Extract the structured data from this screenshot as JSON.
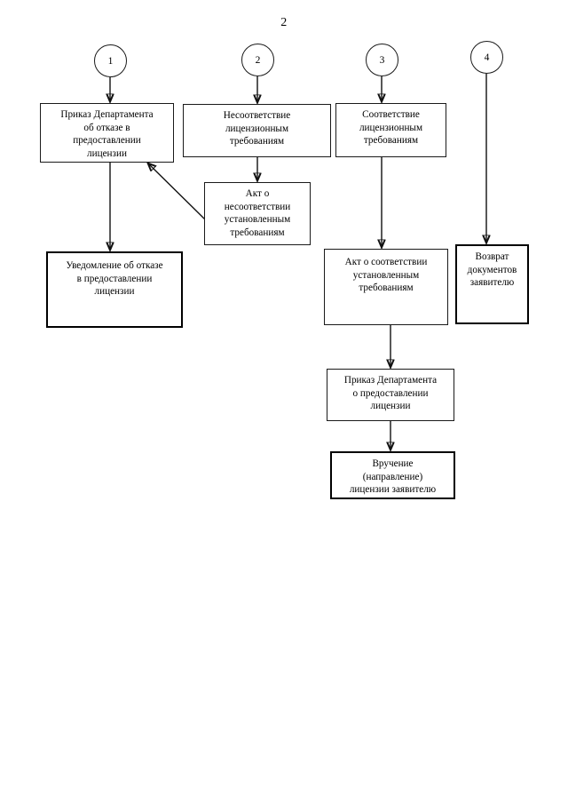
{
  "page": {
    "number": "2"
  },
  "diagram": {
    "type": "flowchart",
    "title": "",
    "connectors": [
      {
        "id": "1",
        "label": "1"
      },
      {
        "id": "2",
        "label": "2"
      },
      {
        "id": "3",
        "label": "3"
      },
      {
        "id": "4",
        "label": "4"
      }
    ],
    "nodes": [
      {
        "id": "order-refusal",
        "text": "Приказ Департамента\nоб отказе в\nпредоставлении\nлицензии"
      },
      {
        "id": "noncompliance",
        "text": "Несоответствие\nлицензионным\nтребованиям"
      },
      {
        "id": "compliance",
        "text": "Соответствие\nлицензионным\nтребованиям"
      },
      {
        "id": "act-noncompliance",
        "text": "Акт о\nнесоответствии\nустановленным\nтребованиям"
      },
      {
        "id": "notice-refusal",
        "text": "Уведомление об отказе\nв предоставлении\nлицензии"
      },
      {
        "id": "act-compliance",
        "text": "Акт о соответствии\nустановленным\nтребованиям"
      },
      {
        "id": "return-documents",
        "text": "Возврат\nдокументов\nзаявителю"
      },
      {
        "id": "order-grant",
        "text": "Приказ Департамента\nо предоставлении\nлицензии"
      },
      {
        "id": "delivery",
        "text": "Вручение\n(направление)\nлицензии заявителю"
      }
    ]
  }
}
